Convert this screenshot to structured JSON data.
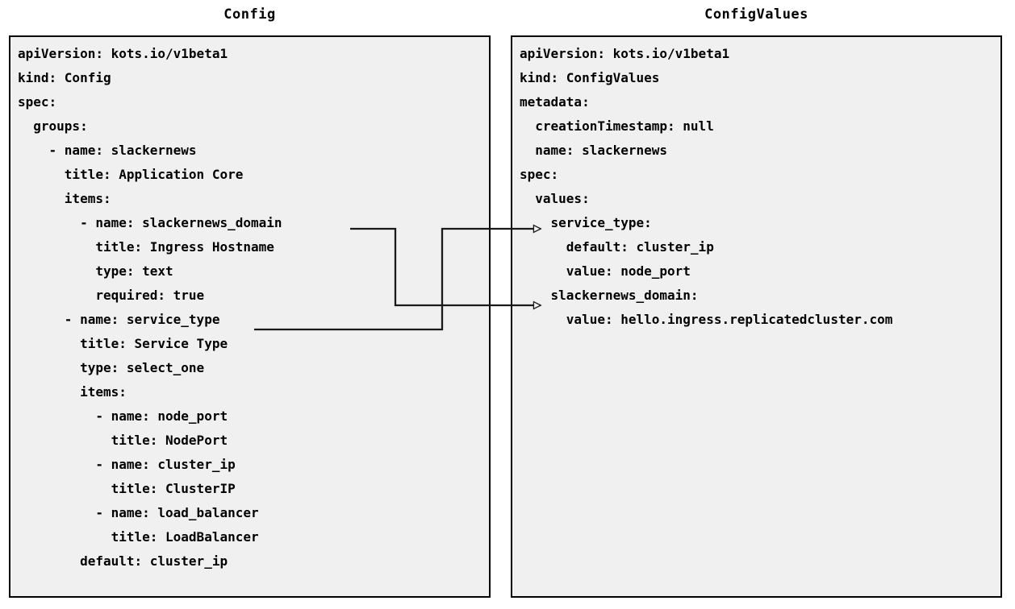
{
  "diagram": {
    "title_left": "Config",
    "title_right": "ConfigValues",
    "background_color": "#ffffff",
    "panel_fill_color": "#f0f0f0",
    "panel_border_color": "#000000",
    "text_color": "#000000",
    "connector_color": "#1a1a1a"
  },
  "left_panel": {
    "title": "Config",
    "language": "yaml",
    "lines": [
      "apiVersion: kots.io/v1beta1",
      "kind: Config",
      "spec:",
      "  groups:",
      "    - name: slackernews",
      "      title: Application Core",
      "      items:",
      "        - name: slackernews_domain",
      "          title: Ingress Hostname",
      "          type: text",
      "          required: true",
      "      - name: service_type",
      "        title: Service Type",
      "        type: select_one",
      "        items:",
      "          - name: node_port",
      "            title: NodePort",
      "          - name: cluster_ip",
      "            title: ClusterIP",
      "          - name: load_balancer",
      "            title: LoadBalancer",
      "        default: cluster_ip"
    ],
    "text": "apiVersion: kots.io/v1beta1\nkind: Config\nspec:\n  groups:\n    - name: slackernews\n      title: Application Core\n      items:\n        - name: slackernews_domain\n          title: Ingress Hostname\n          type: text\n          required: true\n      - name: service_type\n        title: Service Type\n        type: select_one\n        items:\n          - name: node_port\n            title: NodePort\n          - name: cluster_ip\n            title: ClusterIP\n          - name: load_balancer\n            title: LoadBalancer\n        default: cluster_ip"
  },
  "right_panel": {
    "title": "ConfigValues",
    "language": "yaml",
    "lines": [
      "apiVersion: kots.io/v1beta1",
      "kind: ConfigValues",
      "metadata:",
      "  creationTimestamp: null",
      "  name: slackernews",
      "spec:",
      "  values:",
      "    service_type:",
      "      default: cluster_ip",
      "      value: node_port",
      "    slackernews_domain:",
      "      value: hello.ingress.replicatedcluster.com"
    ],
    "text": "apiVersion: kots.io/v1beta1\nkind: ConfigValues\nmetadata:\n  creationTimestamp: null\n  name: slackernews\nspec:\n  values:\n    service_type:\n      default: cluster_ip\n      value: node_port\n    slackernews_domain:\n      value: hello.ingress.replicatedcluster.com"
  },
  "connections": [
    {
      "id": "slackernews-domain-link",
      "from_label": "slackernews_domain",
      "to_label": "slackernews_domain:",
      "from_side": "config.spec.groups[0].items[0].name",
      "to_side": "configValues.spec.values.slackernews_domain",
      "arrow": "open-triangle"
    },
    {
      "id": "service-type-link",
      "from_label": "service_type",
      "to_label": "service_type:",
      "from_side": "config.spec.groups[1].name",
      "to_side": "configValues.spec.values.service_type",
      "arrow": "open-triangle"
    }
  ]
}
